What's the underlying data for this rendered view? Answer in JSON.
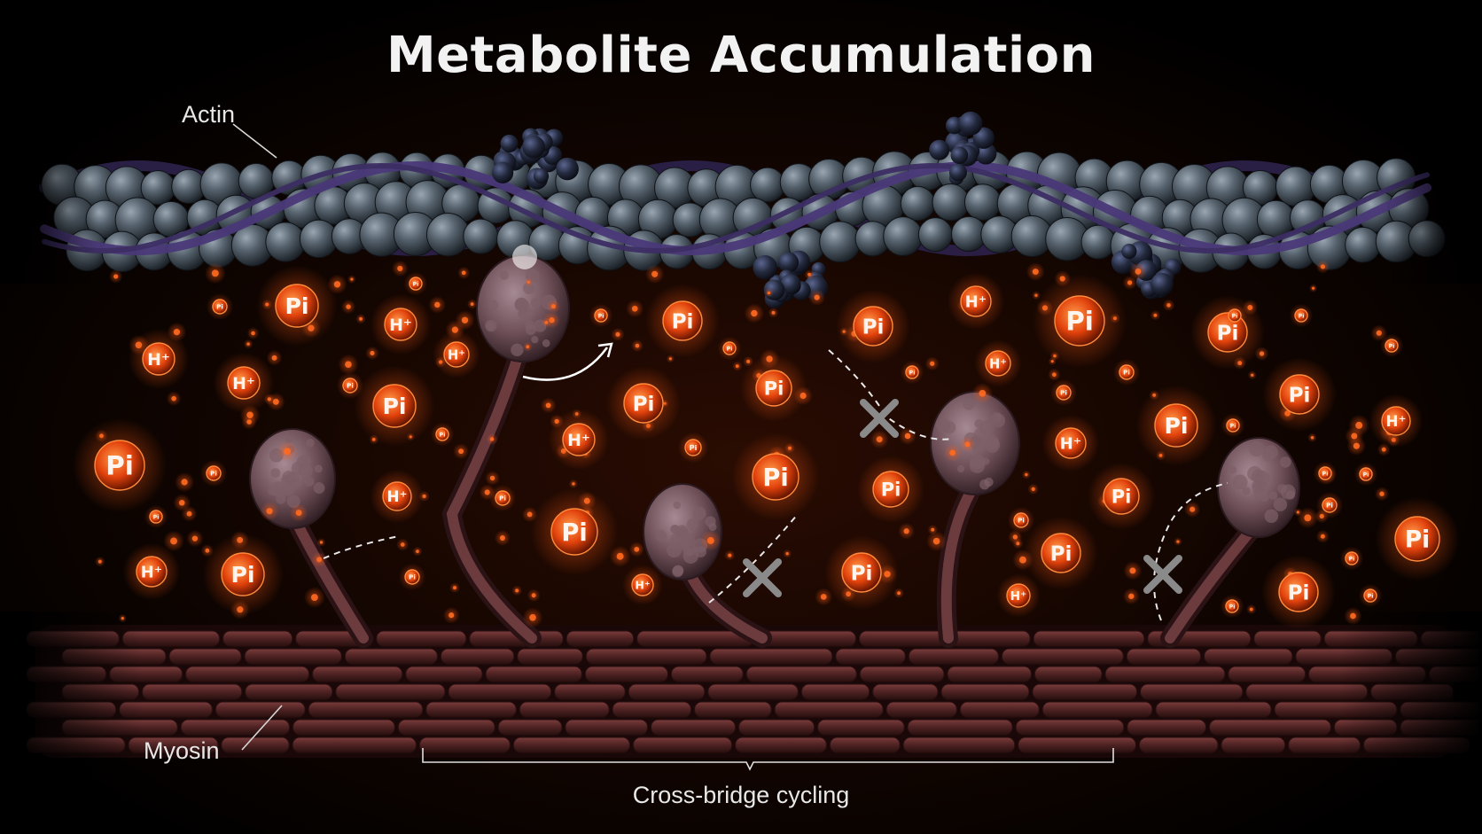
{
  "title": "Metabolite Accumulation",
  "labels": {
    "actin": "Actin",
    "myosin": "Myosin",
    "cross_bridge": "Cross-bridge cycling"
  },
  "ion_labels": {
    "phosphate": "Pi",
    "hydrogen": "H⁺"
  },
  "colors": {
    "background": "#000000",
    "actin_bead": "#56626d",
    "actin_strand": "#3c2d63",
    "tropomyosin_cluster": "#242a3e",
    "myosin": "#5a2a2a",
    "myosin_head": "#6e4f57",
    "ion_glow": "#ff5a14",
    "blocked_marker": "#8a8a8a"
  },
  "icons": [
    "blocked-x-icon",
    "curved-arrow-icon"
  ]
}
